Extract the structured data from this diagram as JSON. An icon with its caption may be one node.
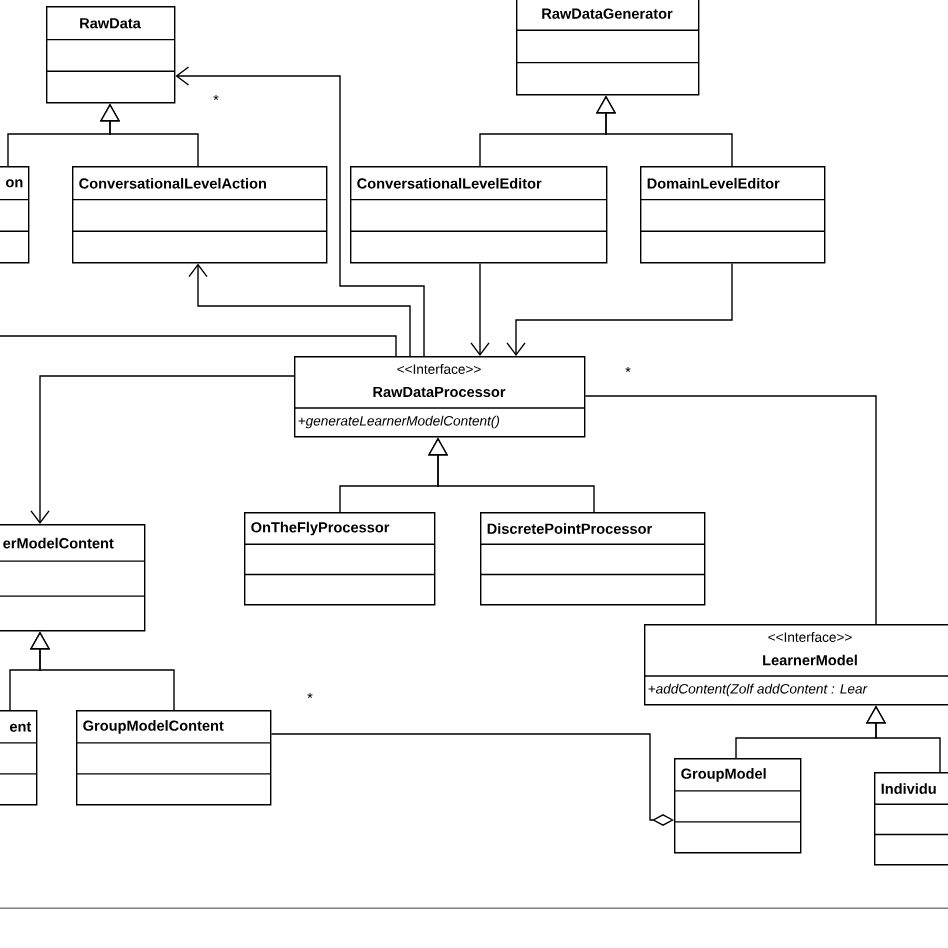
{
  "diagram": {
    "nodes": [
      {
        "text": [
          "RawData"
        ]
      },
      {
        "text": [
          "RawDataGenerator"
        ]
      },
      {
        "text": [
          "on"
        ]
      },
      {
        "text": [
          "ConversationalLevelAction"
        ]
      },
      {
        "text": [
          "ConversationalLevelEditor"
        ]
      },
      {
        "text": [
          "DomainLevelEditor"
        ]
      },
      {
        "text": [
          "<<Interface>>",
          "RawDataProcessor",
          "+generateLearnerModelContent()"
        ]
      },
      {
        "text": [
          "erModelContent"
        ]
      },
      {
        "text": [
          "OnTheFlyProcessor"
        ]
      },
      {
        "text": [
          "DiscretePointProcessor"
        ]
      },
      {
        "text": [
          "<<Interface>>",
          "LearnerModel",
          "+addContent(Zolf addContent : Lear"
        ]
      },
      {
        "text": [
          "ent"
        ]
      },
      {
        "text": [
          "GroupModelContent"
        ]
      },
      {
        "text": [
          "GroupModel"
        ]
      },
      {
        "text": [
          "Individu"
        ]
      }
    ],
    "edges": [
      {
        "from": 2,
        "to": 0,
        "arrow": "to"
      },
      {
        "from": 3,
        "to": 0,
        "arrow": "to"
      },
      {
        "from": 4,
        "to": 1,
        "arrow": "to"
      },
      {
        "from": 5,
        "to": 1,
        "arrow": "to"
      },
      {
        "from": 6,
        "to": 3,
        "arrow": "to"
      },
      {
        "from": 6,
        "to": 0,
        "arrow": "to",
        "label": "*"
      },
      {
        "from": 4,
        "to": 6,
        "arrow": "to"
      },
      {
        "from": 5,
        "to": 6,
        "arrow": "to"
      },
      {
        "from": 6,
        "to": 7,
        "arrow": "to"
      },
      {
        "from": 6,
        "to": 10,
        "arrow": "none",
        "label": "*"
      },
      {
        "from": 8,
        "to": 6,
        "arrow": "to"
      },
      {
        "from": 9,
        "to": 6,
        "arrow": "to"
      },
      {
        "from": 11,
        "to": 7,
        "arrow": "to"
      },
      {
        "from": 12,
        "to": 7,
        "arrow": "to"
      },
      {
        "from": 12,
        "to": 13,
        "arrow": "other",
        "label": "*"
      },
      {
        "from": 13,
        "to": 10,
        "arrow": "to"
      },
      {
        "from": 14,
        "to": 10,
        "arrow": "to"
      },
      {
        "from": null,
        "to": 6,
        "arrow": "none"
      }
    ]
  }
}
